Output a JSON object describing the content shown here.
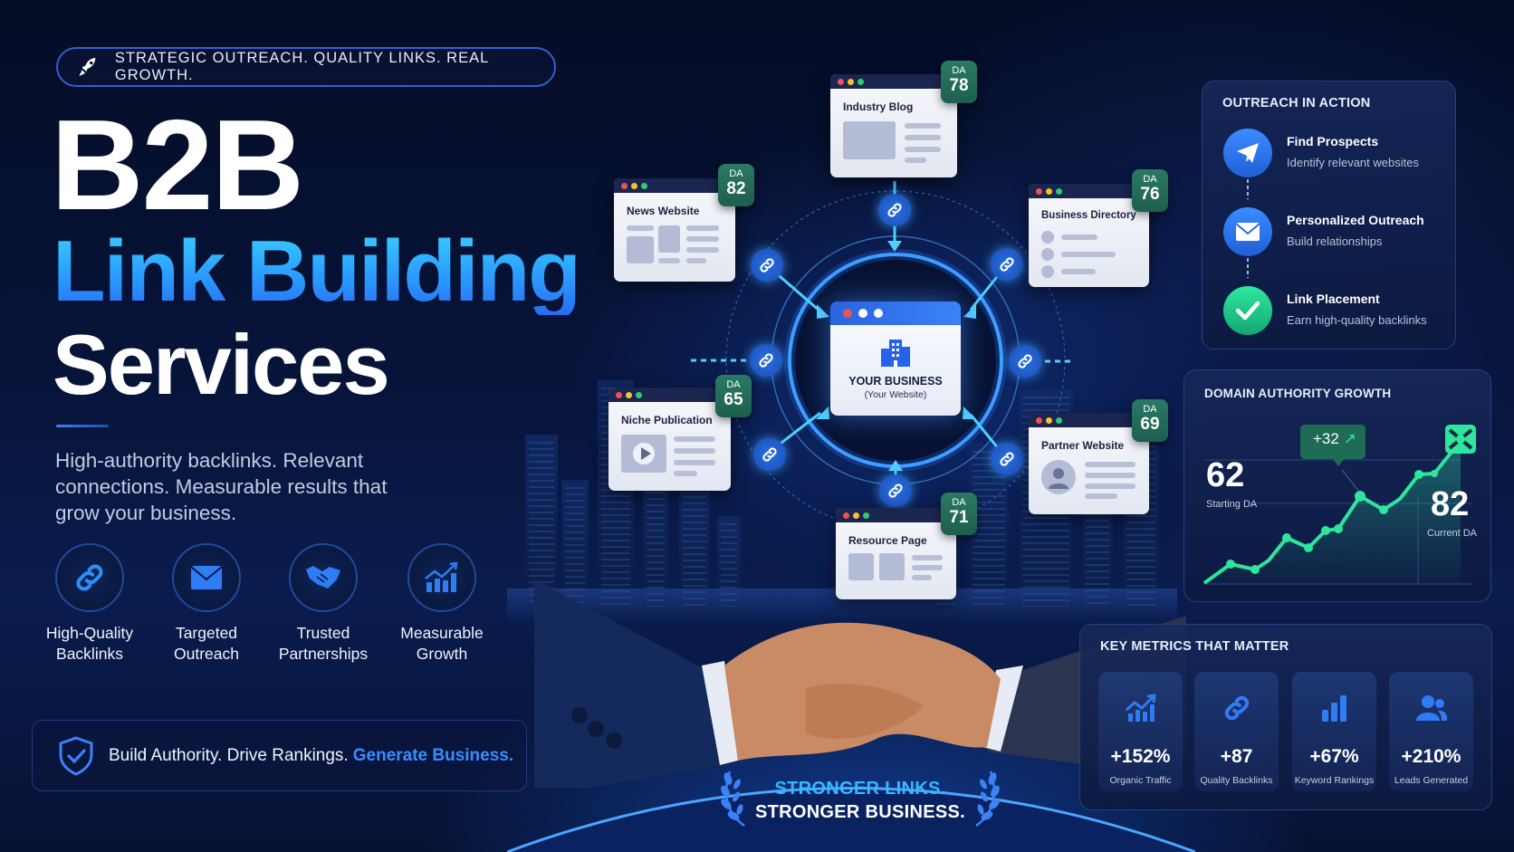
{
  "header": {
    "tagline": "STRATEGIC OUTREACH. QUALITY LINKS. REAL GROWTH.",
    "title_line1": "B2B",
    "title_line2": "Link Building",
    "title_line3": "Services",
    "description": "High-authority backlinks. Relevant connections. Measurable results that grow your business."
  },
  "features": [
    {
      "icon": "link-icon",
      "label_line1": "High-Quality",
      "label_line2": "Backlinks"
    },
    {
      "icon": "envelope-icon",
      "label_line1": "Targeted",
      "label_line2": "Outreach"
    },
    {
      "icon": "handshake-icon",
      "label_line1": "Trusted",
      "label_line2": "Partnerships"
    },
    {
      "icon": "growth-chart-icon",
      "label_line1": "Measurable",
      "label_line2": "Growth"
    }
  ],
  "banner": {
    "text": "Build Authority. Drive Rankings.",
    "highlight": "Generate Business."
  },
  "network": {
    "center": {
      "title": "YOUR BUSINESS",
      "subtitle": "(Your Website)"
    },
    "da_label": "DA",
    "sites": [
      {
        "name": "Industry Blog",
        "da": "78"
      },
      {
        "name": "News Website",
        "da": "82"
      },
      {
        "name": "Business Directory",
        "da": "76"
      },
      {
        "name": "Niche Publication",
        "da": "65"
      },
      {
        "name": "Partner Website",
        "da": "69"
      },
      {
        "name": "Resource Page",
        "da": "71"
      }
    ]
  },
  "slogan": {
    "line1": "STRONGER LINKS.",
    "line2": "STRONGER BUSINESS."
  },
  "outreach": {
    "title": "OUTREACH IN ACTION",
    "steps": [
      {
        "icon": "paper-plane-icon",
        "title": "Find Prospects",
        "desc": "Identify relevant websites"
      },
      {
        "icon": "envelope-icon",
        "title": "Personalized Outreach",
        "desc": "Build relationships"
      },
      {
        "icon": "check-icon",
        "title": "Link Placement",
        "desc": "Earn high-quality backlinks"
      }
    ]
  },
  "da_growth": {
    "title": "DOMAIN AUTHORITY GROWTH",
    "start_value": "62",
    "start_label": "Starting DA",
    "current_value": "82",
    "current_label": "Current DA",
    "delta": "+32"
  },
  "metrics": {
    "title": "KEY METRICS THAT MATTER",
    "items": [
      {
        "icon": "trend-up-icon",
        "value": "+152%",
        "label": "Organic Traffic"
      },
      {
        "icon": "link-icon",
        "value": "+87",
        "label": "Quality Backlinks"
      },
      {
        "icon": "bar-chart-icon",
        "value": "+67%",
        "label": "Keyword Rankings"
      },
      {
        "icon": "users-icon",
        "value": "+210%",
        "label": "Leads Generated"
      }
    ]
  },
  "colors": {
    "background": "#050d26",
    "accent_blue": "#3b82f6",
    "accent_cyan": "#39d0ff",
    "accent_green": "#2ee59d",
    "da_badge": "#2a7a64"
  },
  "chart_data": {
    "type": "line",
    "title": "DOMAIN AUTHORITY GROWTH",
    "xlabel": "",
    "ylabel": "",
    "x": [
      1,
      2,
      3,
      4,
      5,
      6,
      7,
      8,
      9,
      10,
      11,
      12,
      13,
      14,
      15
    ],
    "values": [
      62,
      64,
      63.5,
      64.5,
      67,
      66,
      68,
      68.2,
      71.5,
      70,
      71.2,
      74,
      74.1,
      76.5,
      82
    ],
    "annotations": [
      "Starting DA: 62",
      "Current DA: 82",
      "+32"
    ],
    "grid": true
  }
}
